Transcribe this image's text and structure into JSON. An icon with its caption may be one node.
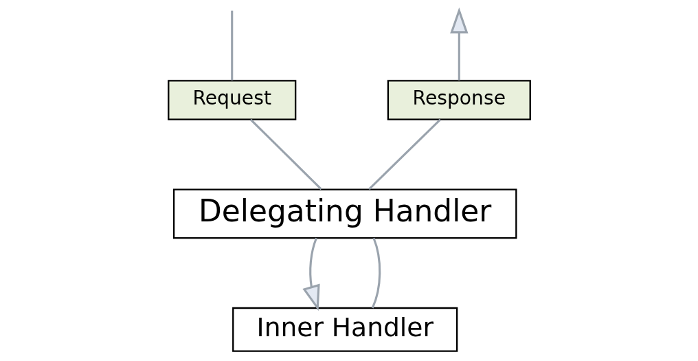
{
  "diagram": {
    "nodes": [
      {
        "text": [
          "Request"
        ]
      },
      {
        "text": [
          "Response"
        ]
      },
      {
        "text": [
          "Delegating Handler"
        ]
      },
      {
        "text": [
          "Inner Handler"
        ]
      }
    ],
    "edges": [
      {
        "from": null,
        "to": 0,
        "arrow": "none"
      },
      {
        "from": 0,
        "to": 2,
        "arrow": "none"
      },
      {
        "from": 2,
        "to": 3,
        "arrow": "to"
      },
      {
        "from": 3,
        "to": 2,
        "arrow": "none"
      },
      {
        "from": 2,
        "to": 1,
        "arrow": "none"
      },
      {
        "from": 1,
        "to": null,
        "arrow": "to"
      }
    ]
  }
}
